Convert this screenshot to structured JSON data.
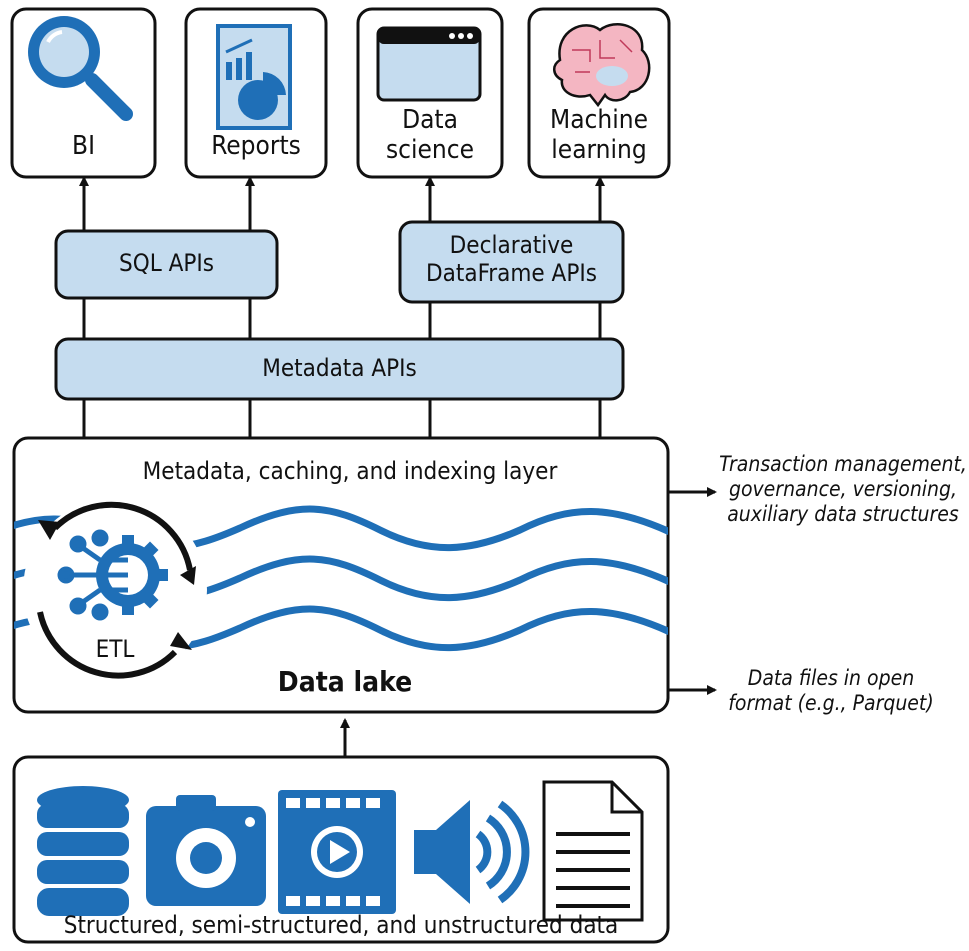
{
  "consumers": [
    {
      "label": "BI",
      "icon": "magnifier-icon"
    },
    {
      "label": "Reports",
      "icon": "report-chart-icon"
    },
    {
      "label": "Data\nscience",
      "icon": "browser-window-icon"
    },
    {
      "label": "Machine\nlearning",
      "icon": "brain-icon"
    }
  ],
  "apis": {
    "sql": "SQL APIs",
    "dataframe": "Declarative\nDataFrame APIs",
    "metadata": "Metadata APIs"
  },
  "lake": {
    "layer_label": "Metadata, caching, and indexing layer",
    "etl_label": "ETL",
    "lake_label": "Data lake"
  },
  "notes": {
    "transaction": "Transaction management,\ngovernance, versioning,\nauxiliary data structures",
    "files": "Data files in open\nformat (e.g., Parquet)"
  },
  "sources": {
    "label": "Structured, semi-structured, and unstructured data",
    "icons": [
      "database-icon",
      "camera-icon",
      "video-icon",
      "speaker-icon",
      "document-icon"
    ]
  },
  "colors": {
    "light_blue": "#c5dcef",
    "blue": "#1f6fb7",
    "line": "#111111"
  }
}
